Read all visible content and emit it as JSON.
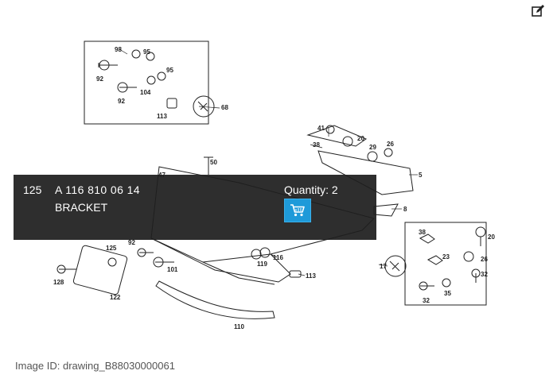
{
  "toolbar": {
    "edit_icon": "edit-icon"
  },
  "diagram": {
    "labels": {
      "l98": "98",
      "l95a": "95",
      "l92a": "92",
      "l95b": "95",
      "l92b": "92",
      "l104": "104",
      "l113a": "113",
      "l68": "68",
      "l41": "41",
      "l20a": "20",
      "l38a": "38",
      "l29": "29",
      "l26a": "26",
      "l5": "5",
      "l50": "50",
      "l47": "47",
      "l8": "8",
      "l116": "116",
      "l119": "119",
      "l113b": "113",
      "l92c": "92",
      "l125": "125",
      "l101": "101",
      "l128": "128",
      "l122": "122",
      "l110": "110",
      "l38b": "38",
      "l20b": "20",
      "l17": "17",
      "l23": "23",
      "l26b": "26",
      "l32a": "32",
      "l32b": "32",
      "l35": "35"
    }
  },
  "selected_part": {
    "item_number": "125",
    "part_number": "A  116  810  06  14",
    "description": "BRACKET",
    "quantity_label": "Quantity:",
    "quantity_value": "2",
    "cart_icon": "cart-icon"
  },
  "footer": {
    "image_id": "Image ID: drawing_B88030000061"
  },
  "colors": {
    "overlay_bg": "#1e1e1e",
    "cart_button": "#1e9ad9"
  }
}
